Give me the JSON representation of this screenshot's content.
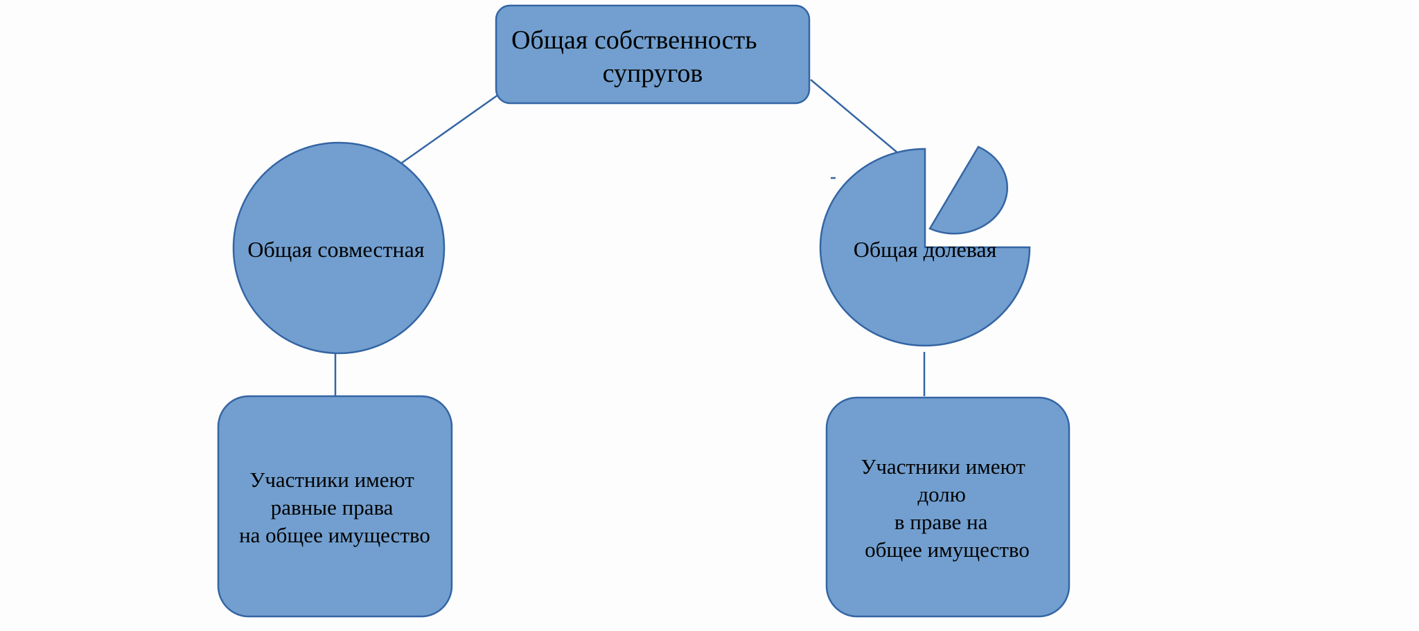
{
  "diagram": {
    "root": {
      "lines": [
        "Общая собственность",
        "супругов"
      ]
    },
    "left": {
      "node_label": "Общая совместная",
      "description_lines": [
        "Участники имеют",
        "равные права",
        "на общее имущество"
      ]
    },
    "right": {
      "node_label": "Общая долевая",
      "description_lines": [
        "Участники имеют",
        "долю",
        "в праве на",
        "общее имущество"
      ]
    }
  },
  "colors": {
    "fill": "#729fcf",
    "stroke": "#3465a4",
    "text": "#000000",
    "background": "#fdfdfd"
  }
}
